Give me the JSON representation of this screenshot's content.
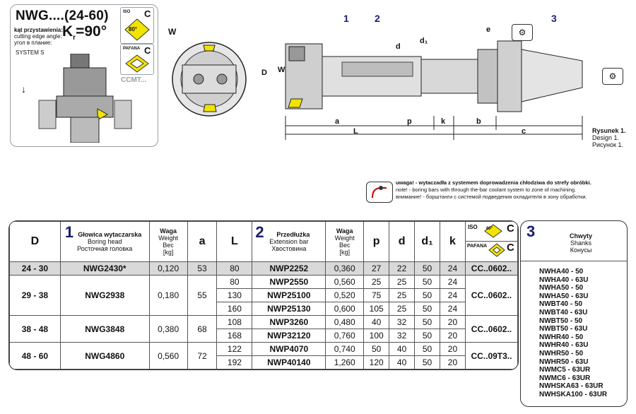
{
  "info_card": {
    "code": "NWG....(24-60)",
    "angle_label_pl": "kąt przystawienia:",
    "angle_label_en": "cutting edge angle:",
    "angle_label_ru": "угол в плание:",
    "kr": "K",
    "kr_sub": "r",
    "kr_value": "=90°",
    "system": "SYSTEM S",
    "iso_tag": "ISO",
    "iso_c": "C",
    "iso_angle": "80°",
    "pafana_tag": "PAFANA",
    "pafana_c": "C",
    "insert_code": "CCMT..."
  },
  "drawing": {
    "w": "W",
    "d_label": "D",
    "w_arrow": "W",
    "n1": "1",
    "n2": "2",
    "n3": "3",
    "d": "d",
    "d1": "d₁",
    "e": "e",
    "a": "a",
    "p": "p",
    "k": "k",
    "b": "b",
    "L": "L",
    "c": "c"
  },
  "caption": {
    "line1": "Rysunek 1.",
    "line2": "Design 1.",
    "line3": "Рисунок 1."
  },
  "note": {
    "pl": "uwaga! - wytaczadła  z systemem doprowadzenia chłodziwa do strefy obróbki.",
    "en": "note! - boring bars with through the-bar coolant system to zone of machining.",
    "ru": "внимание! - борштанги с системой подведения охладителя в зону обработки."
  },
  "table": {
    "headers": {
      "D": "D",
      "num1": "1",
      "head_pl": "Głowica wytaczarska",
      "head_en": "Boring head",
      "head_ru": "Росточная головка",
      "weight_pl": "Waga",
      "weight_en": "Weight",
      "weight_ru": "Вес",
      "weight_unit": "[kg]",
      "a": "a",
      "L": "L",
      "num2": "2",
      "ext_pl": "Przedłużka",
      "ext_en": "Extension bar",
      "ext_ru": "Хвостовина",
      "weight2_pl": "Waga",
      "weight2_en": "Weight",
      "weight2_ru": "Вес",
      "weight2_unit": "[kg]",
      "p": "p",
      "d": "d",
      "d1": "d₁",
      "k": "k",
      "iso_tag": "ISO",
      "iso_angle": "80°",
      "iso_c": "C",
      "pafana_tag": "PAFANA",
      "pafana_c": "C"
    },
    "groups": [
      {
        "D": "24 - 30",
        "head": "NWG2430*",
        "weight": "0,120",
        "a": "53",
        "insert": "CC..0602..",
        "rows": [
          {
            "L": "80",
            "ext": "NWP2252",
            "w2": "0,360",
            "p": "27",
            "d": "22",
            "d1": "50",
            "k": "24"
          }
        ]
      },
      {
        "D": "29 - 38",
        "head": "NWG2938",
        "weight": "0,180",
        "a": "55",
        "insert": "CC..0602..",
        "rows": [
          {
            "L": "80",
            "ext": "NWP2550",
            "w2": "0,560",
            "p": "25",
            "d": "25",
            "d1": "50",
            "k": "24"
          },
          {
            "L": "130",
            "ext": "NWP25100",
            "w2": "0,520",
            "p": "75",
            "d": "25",
            "d1": "50",
            "k": "24"
          },
          {
            "L": "160",
            "ext": "NWP25130",
            "w2": "0,600",
            "p": "105",
            "d": "25",
            "d1": "50",
            "k": "24"
          }
        ]
      },
      {
        "D": "38 - 48",
        "head": "NWG3848",
        "weight": "0,380",
        "a": "68",
        "insert": "CC..0602..",
        "rows": [
          {
            "L": "108",
            "ext": "NWP3260",
            "w2": "0,480",
            "p": "40",
            "d": "32",
            "d1": "50",
            "k": "20"
          },
          {
            "L": "168",
            "ext": "NWP32120",
            "w2": "0,760",
            "p": "100",
            "d": "32",
            "d1": "50",
            "k": "20"
          }
        ]
      },
      {
        "D": "48 - 60",
        "head": "NWG4860",
        "weight": "0,560",
        "a": "72",
        "insert": "CC..09T3..",
        "rows": [
          {
            "L": "122",
            "ext": "NWP4070",
            "w2": "0,740",
            "p": "50",
            "d": "40",
            "d1": "50",
            "k": "20"
          },
          {
            "L": "192",
            "ext": "NWP40140",
            "w2": "1,260",
            "p": "120",
            "d": "40",
            "d1": "50",
            "k": "20"
          }
        ]
      }
    ]
  },
  "shanks": {
    "num3": "3",
    "pl": "Chwyty",
    "en": "Shanks",
    "ru": "Конусы",
    "items": [
      "NWHA40 - 50",
      "NWHA40 - 63U",
      "NWHA50 - 50",
      "NWHA50 - 63U",
      "NWBT40 - 50",
      "NWBT40 - 63U",
      "NWBT50 - 50",
      "NWBT50 - 63U",
      "NWHR40 - 50",
      "NWHR40 - 63U",
      "NWHR50 - 50",
      "NWHR50 - 63U",
      "NWMC5 - 63UR",
      "NWMC6 - 63UR",
      "NWHSKA63 - 63UR",
      "NWHSKA100 - 63UR"
    ]
  },
  "colors": {
    "accent_blue": "#1a1f6b",
    "insert_yellow": "#f2e400",
    "shade_gray": "#d9d9d9"
  }
}
